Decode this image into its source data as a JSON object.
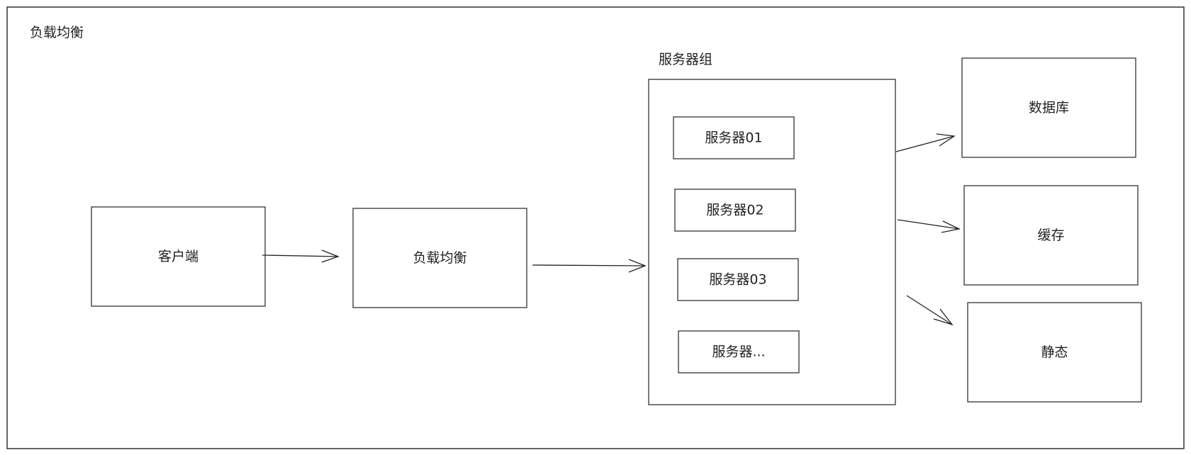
{
  "diagram": {
    "title": "负载均衡",
    "nodes": {
      "client": "客户端",
      "load_balancer": "负载均衡",
      "server_group_label": "服务器组",
      "servers": [
        "服务器01",
        "服务器02",
        "服务器03",
        "服务器..."
      ],
      "database": "数据库",
      "cache": "缓存",
      "static": "静态"
    }
  }
}
